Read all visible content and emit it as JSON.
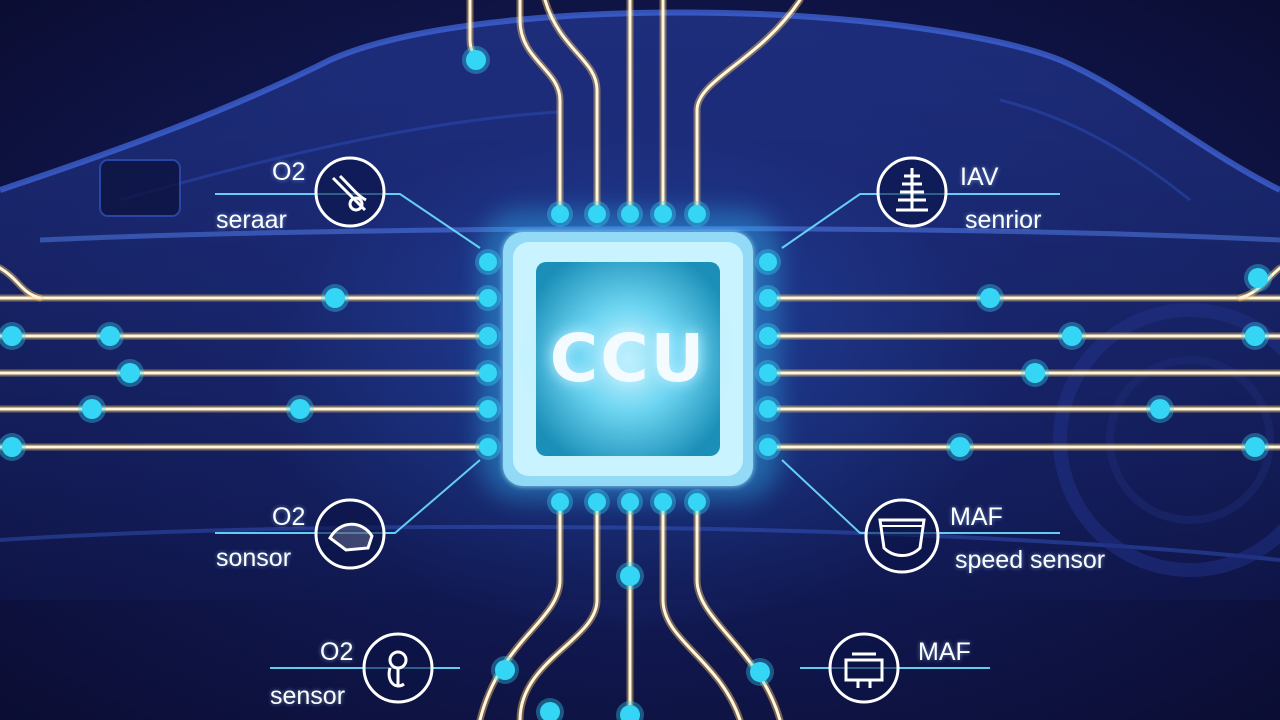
{
  "colors": {
    "trace_yellow": "#f3c25a",
    "trace_white": "#fff6dc",
    "node_cyan": "#35d6f5",
    "chip_glow": "#7fe3ff",
    "line_cyan": "#6ee0ff"
  },
  "chip": {
    "label": "CCU"
  },
  "sensors": [
    {
      "line1": "O2",
      "line2": "seraar",
      "icon": "o2-sensor-icon"
    },
    {
      "line1": "IAV",
      "line2": "senrior",
      "icon": "sensor-probe-icon"
    },
    {
      "line1": "O2",
      "line2": "sonsor",
      "icon": "o2-sensor-icon"
    },
    {
      "line1": "MAF",
      "line2": "speed sensor",
      "icon": "maf-sensor-icon"
    },
    {
      "line1": "O2",
      "line2": "sensor",
      "icon": "o2-sensor-icon"
    },
    {
      "line1": "MAF",
      "line2": "",
      "icon": "maf-sensor-icon"
    }
  ]
}
